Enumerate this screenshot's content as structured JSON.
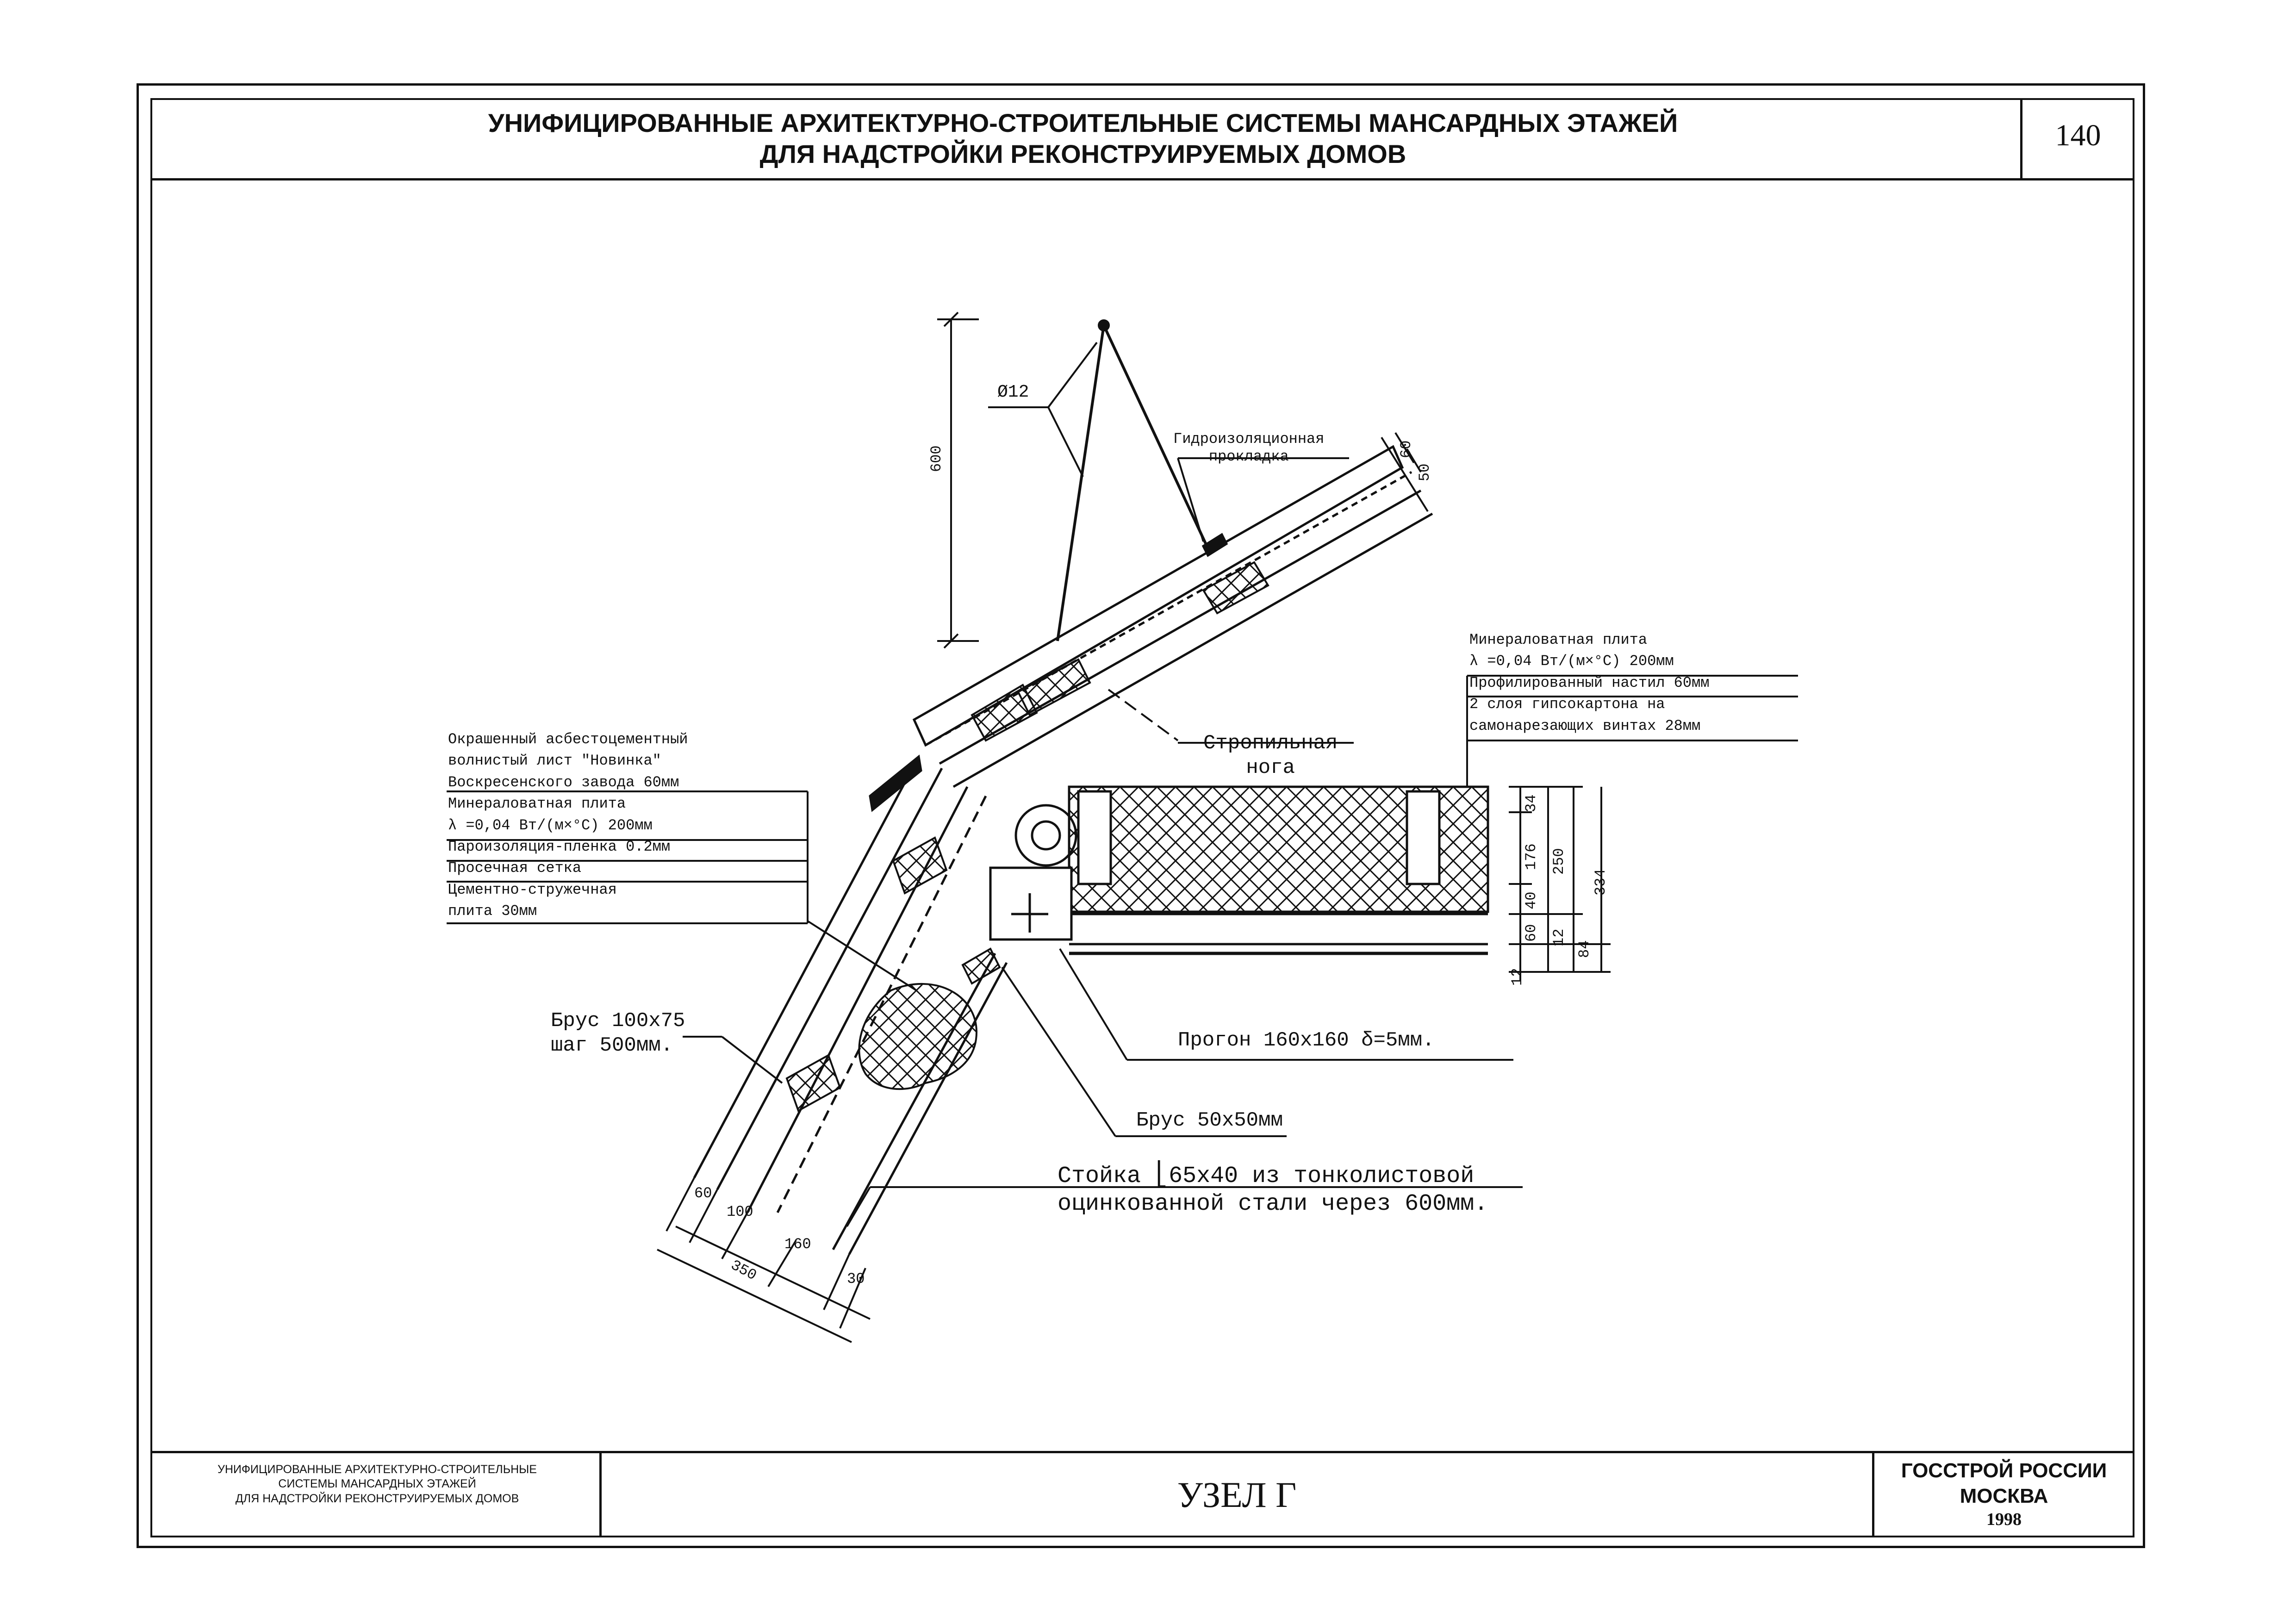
{
  "header": {
    "title_line1": "УНИФИЦИРОВАННЫЕ АРХИТЕКТУРНО-СТРОИТЕЛЬНЫЕ СИСТЕМЫ МАНСАРДНЫХ ЭТАЖЕЙ",
    "title_line2": "ДЛЯ НАДСТРОЙКИ РЕКОНСТРУИРУЕМЫХ ДОМОВ",
    "page_number": "140"
  },
  "stamp": {
    "left_line1": "УНИФИЦИРОВАННЫЕ АРХИТЕКТУРНО-СТРОИТЕЛЬНЫЕ",
    "left_line2": "СИСТЕМЫ МАНСАРДНЫХ ЭТАЖЕЙ",
    "left_line3": "ДЛЯ НАДСТРОЙКИ РЕКОНСТРУИРУЕМЫХ ДОМОВ",
    "center": "УЗЕЛ Г",
    "right_line1": "ГОССТРОЙ РОССИИ",
    "right_line2": "МОСКВА",
    "right_line3": "1998"
  },
  "labels": {
    "diameter": "Ø12",
    "waterproof_line1": "Гидроизоляционная",
    "waterproof_line2": "прокладка",
    "rafter_line1": "Стропильная",
    "rafter_line2": "нога",
    "slope_layers": [
      {
        "text": "Окрашенный асбестоцементный"
      },
      {
        "text": "волнистый лист \"Новинка\""
      },
      {
        "text": "Воскресенского завода        60мм"
      },
      {
        "text": "Минераловатная плита"
      },
      {
        "text": "λ  =0,04 Вт/(м×°С)        200мм"
      },
      {
        "text": "Пароизоляция-пленка      0.2мм"
      },
      {
        "text": "Просечная сетка"
      },
      {
        "text": "Цементно-стружечная"
      },
      {
        "text": "плита              30мм"
      }
    ],
    "roof_layers": [
      {
        "text": "Минераловатная плита"
      },
      {
        "text": "λ  =0,04 Вт/(м×°С)     200мм"
      },
      {
        "text": "Профилированный настил  60мм"
      },
      {
        "text": "2 слоя гипсокартона на"
      },
      {
        "text": "самонарезающих винтах   28мм"
      }
    ],
    "beam_line1": "Брус 100х75",
    "beam_line2": "шаг 500мм.",
    "purlin": "Прогон 160х160  δ=5мм.",
    "bar": "Брус 50х50мм",
    "post_line1": "Стойка ⎣65х40 из тонколистовой",
    "post_line2": "оцинкованной стали через 600мм."
  },
  "dimensions": {
    "height_600": "600",
    "top_60": "60",
    "top_50": "50",
    "right": [
      "34",
      "176",
      "40",
      "60",
      "12",
      "250",
      "12",
      "84",
      "334"
    ],
    "bottom": [
      "60",
      "100",
      "160",
      "350",
      "30"
    ]
  }
}
